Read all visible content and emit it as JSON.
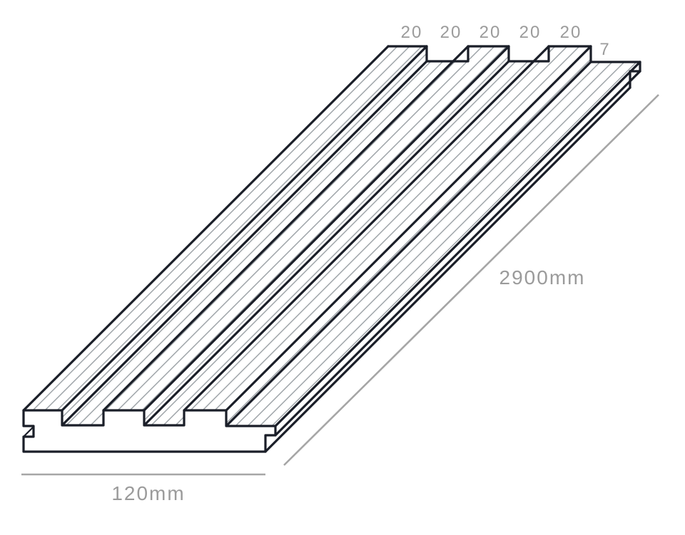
{
  "diagram": {
    "type": "isometric-profile-drawing",
    "subject": "grooved decking board profile",
    "rib_width_labels": [
      "20",
      "20",
      "20",
      "20",
      "20"
    ],
    "edge_width_label": "7",
    "length_label": "2900mm",
    "width_label": "120mm"
  },
  "colors": {
    "outline": "#1a1e28",
    "grain": "#9ba1a6",
    "dimension_line": "#a6a6a6",
    "label_text": "#9b9b9b",
    "background": "#ffffff"
  }
}
